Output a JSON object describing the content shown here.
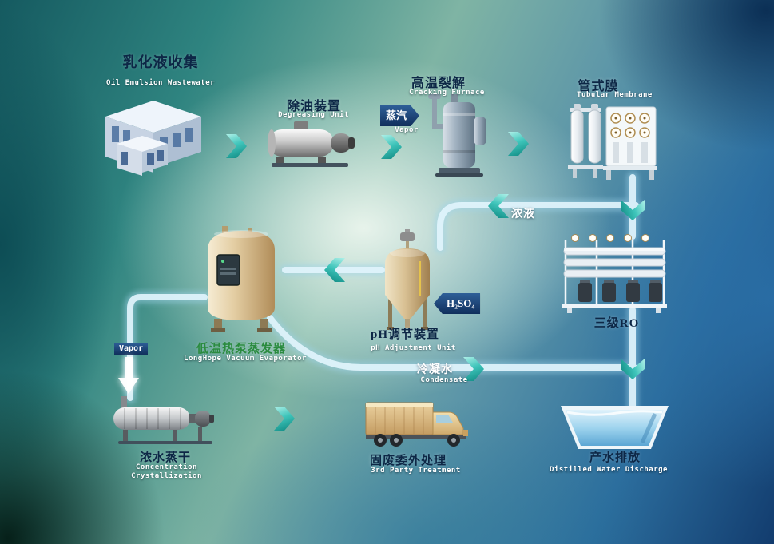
{
  "nodes": {
    "collection": {
      "zh": "乳化液收集",
      "en": "Oil Emulsion Wastewater"
    },
    "degreasing": {
      "zh": "除油装置",
      "en": "Degreasing Unit"
    },
    "cracking": {
      "zh": "高温裂解",
      "en": "Cracking Furnace"
    },
    "tubular_membrane": {
      "zh": "管式膜",
      "en": "Tubular Membrane"
    },
    "ro": {
      "zh": "三级RO"
    },
    "ph_unit": {
      "zh": "pH调节装置",
      "en": "pH Adjustment Unit"
    },
    "evaporator": {
      "zh": "低温热泵蒸发器",
      "en": "LongHope Vacuum Evaporator"
    },
    "crystallization": {
      "zh": "浓水蒸干",
      "en1": "Concentration",
      "en2": "Crystallization"
    },
    "third_party": {
      "zh": "固废委外处理",
      "en": "3rd Party Treatment"
    },
    "discharge": {
      "zh": "产水排放",
      "en": "Distilled Water Discharge"
    }
  },
  "stream_labels": {
    "steam": {
      "zh": "蒸汽",
      "en": "Vapor"
    },
    "concentrate": {
      "zh": "浓液"
    },
    "acid": {
      "formula": "H₂SO₄"
    },
    "vapor_down": {
      "en": "Vapor"
    },
    "condensate": {
      "zh": "冷凝水",
      "en": "Condensate"
    }
  },
  "connections": [
    {
      "from": "collection",
      "to": "degreasing"
    },
    {
      "from": "degreasing",
      "to": "cracking",
      "input": "蒸汽 Vapor"
    },
    {
      "from": "cracking",
      "to": "tubular_membrane"
    },
    {
      "from": "tubular_membrane",
      "to": "ro"
    },
    {
      "from": "ro",
      "to": "ph_unit",
      "label": "浓液"
    },
    {
      "from": "ph_unit",
      "to": "evaporator",
      "input": "H₂SO₄"
    },
    {
      "from": "evaporator",
      "to": "crystallization",
      "label": "Vapor"
    },
    {
      "from": "crystallization",
      "to": "third_party"
    },
    {
      "from": "evaporator",
      "to": "discharge",
      "label": "冷凝水 Condensate"
    },
    {
      "from": "ro",
      "to": "discharge"
    }
  ],
  "colors": {
    "label_dark": "#0d2746",
    "label_green": "#2a8b3f",
    "label_white": "#ffffff",
    "chevron_teal": "#0c857e",
    "arrow_navy": "#102f5c",
    "pipe": "#e2f5fd"
  }
}
